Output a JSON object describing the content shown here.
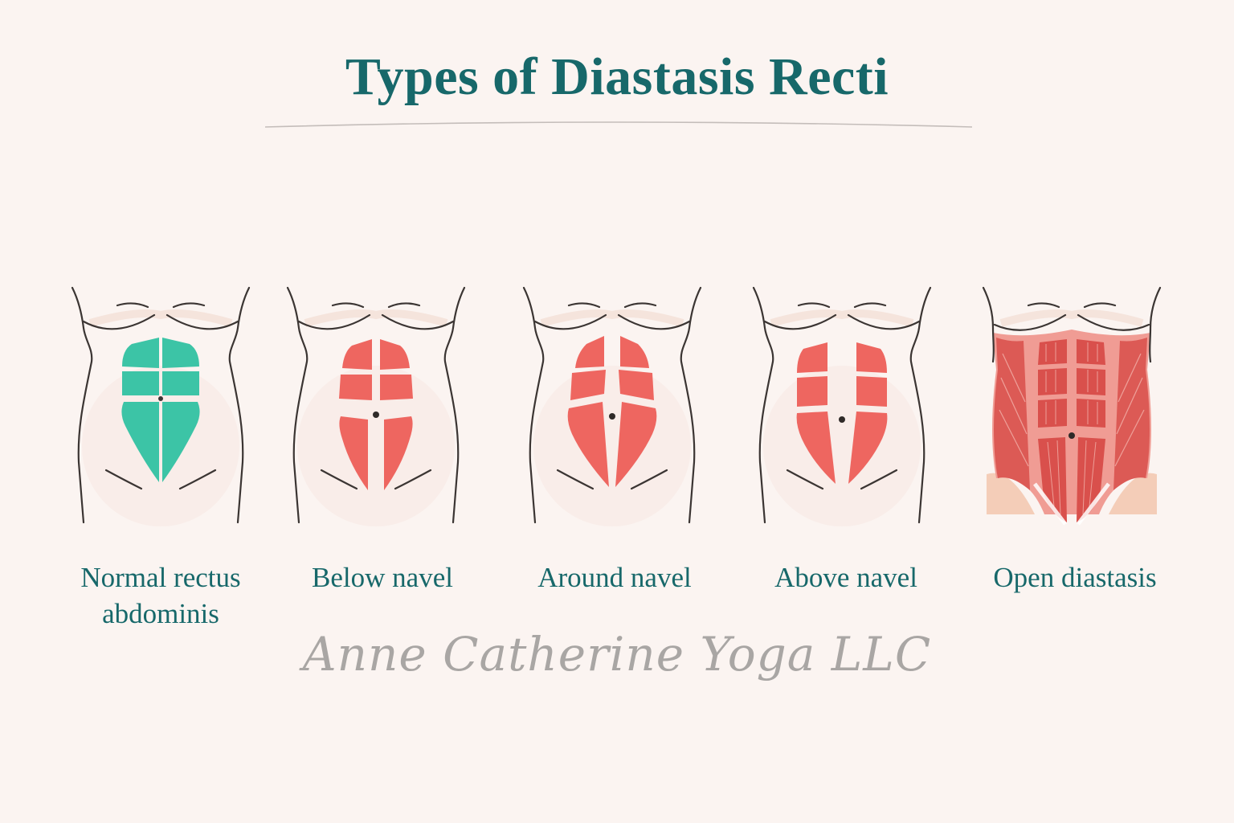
{
  "title": "Types of Diastasis Recti",
  "colors": {
    "background": "#fbf4f1",
    "title": "#17686a",
    "normal_muscle": "#3cc4a6",
    "separated_muscle": "#ee6660",
    "outline": "#3b3533",
    "signature": "#a9a6a4"
  },
  "panels": [
    {
      "id": "normal",
      "label_lines": [
        "Normal rectus",
        "abdominis"
      ],
      "muscle_color": "#3cc4a6"
    },
    {
      "id": "below",
      "label_lines": [
        "Below navel"
      ],
      "muscle_color": "#ee6660"
    },
    {
      "id": "around",
      "label_lines": [
        "Around navel"
      ],
      "muscle_color": "#ee6660"
    },
    {
      "id": "above",
      "label_lines": [
        "Above navel"
      ],
      "muscle_color": "#ee6660"
    },
    {
      "id": "open",
      "label_lines": [
        "Open diastasis"
      ],
      "muscle_color": "#d9504c"
    }
  ],
  "signature": "Anne Catherine Yoga LLC"
}
